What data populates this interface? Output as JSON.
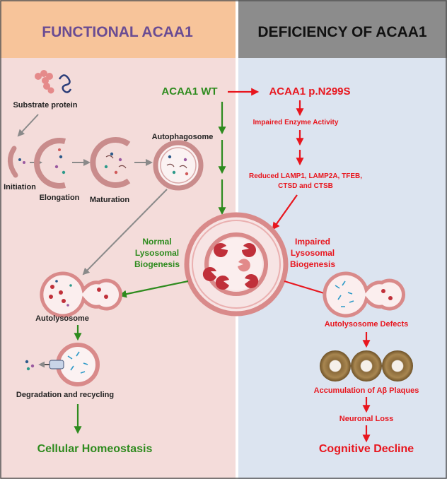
{
  "panels": {
    "left_title": "FUNCTIONAL ACAA1",
    "right_title": "DEFICIENCY OF ACAA1"
  },
  "left": {
    "substrate": "Substrate protein",
    "initiation": "Initiation",
    "elongation": "Elongation",
    "maturation": "Maturation",
    "autophagosome": "Autophagosome",
    "autolysosome": "Autolysosome",
    "degradation": "Degradation and recycling",
    "homeostasis": "Cellular Homeostasis"
  },
  "center": {
    "wt": "ACAA1 WT",
    "mutant": "ACAA1 p.N299S",
    "normal_1": "Normal",
    "normal_2": "Lysosomal",
    "normal_3": "Biogenesis",
    "impaired_1": "Impaired",
    "impaired_2": "Lysosomal",
    "impaired_3": "Biogenesis"
  },
  "right": {
    "enzyme": "Impaired Enzyme Activity",
    "reduced_1": "Reduced LAMP1, LAMP2A, TFEB,",
    "reduced_2": "CTSD and CTSB",
    "autolysosome_defects": "Autolysosome Defects",
    "accumulation": "Accumulation of Aβ Plaques",
    "neuronal": "Neuronal Loss",
    "cognitive": "Cognitive Decline"
  },
  "colors": {
    "left_header": "#f7c49a",
    "left_panel": "#f4dcda",
    "right_header": "#8c8c8c",
    "right_panel": "#dce4f0",
    "green": "#2e8b1e",
    "red": "#e8161e",
    "title_purple": "#6a4c93",
    "arrow_gray": "#8a8a8a"
  }
}
